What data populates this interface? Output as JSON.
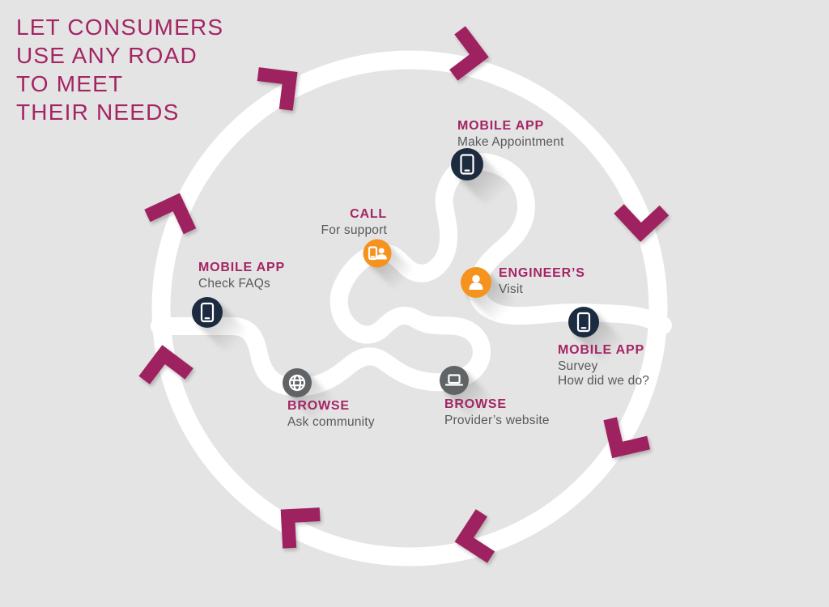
{
  "colors": {
    "bg": "#e5e4e4",
    "road": "#ffffff",
    "accent": "#9f2161",
    "accent-text": "#a32564",
    "text-gray": "#58595b",
    "navy": "#1d2b40",
    "orange": "#f6921e",
    "icon-gray": "#616467"
  },
  "title": {
    "lines": [
      "LET CONSUMERS",
      "USE ANY ROAD",
      "TO MEET",
      "THEIR NEEDS"
    ]
  },
  "labels": [
    {
      "id": "make-appointment",
      "heading": "MOBILE APP",
      "lines": [
        "Make Appointment"
      ]
    },
    {
      "id": "call-support",
      "heading": "CALL",
      "lines": [
        "For support"
      ]
    },
    {
      "id": "engineers-visit",
      "heading": "ENGINEER’S",
      "lines": [
        "Visit"
      ]
    },
    {
      "id": "check-faqs",
      "heading": "MOBILE APP",
      "lines": [
        "Check FAQs"
      ]
    },
    {
      "id": "browse-community",
      "heading": "BROWSE",
      "lines": [
        "Ask community"
      ]
    },
    {
      "id": "browse-provider",
      "heading": "BROWSE",
      "lines": [
        "Provider’s website"
      ]
    },
    {
      "id": "mobile-survey",
      "heading": "MOBILE APP",
      "lines": [
        "Survey",
        "How did we do?"
      ]
    }
  ],
  "icons": [
    {
      "name": "smartphone-icon",
      "touchpoint": "check-faqs",
      "color": "navy"
    },
    {
      "name": "call-contact-icon",
      "touchpoint": "call-support",
      "color": "orange"
    },
    {
      "name": "smartphone-icon",
      "touchpoint": "make-appointment",
      "color": "navy"
    },
    {
      "name": "person-icon",
      "touchpoint": "engineers-visit",
      "color": "orange"
    },
    {
      "name": "smartphone-icon",
      "touchpoint": "mobile-survey",
      "color": "navy"
    },
    {
      "name": "laptop-icon",
      "touchpoint": "browse-provider",
      "color": "gray"
    },
    {
      "name": "globe-icon",
      "touchpoint": "browse-community",
      "color": "gray"
    }
  ],
  "arrows": {
    "count": 8,
    "direction": "clockwise",
    "shape": "chevron",
    "color": "#9f2161"
  }
}
